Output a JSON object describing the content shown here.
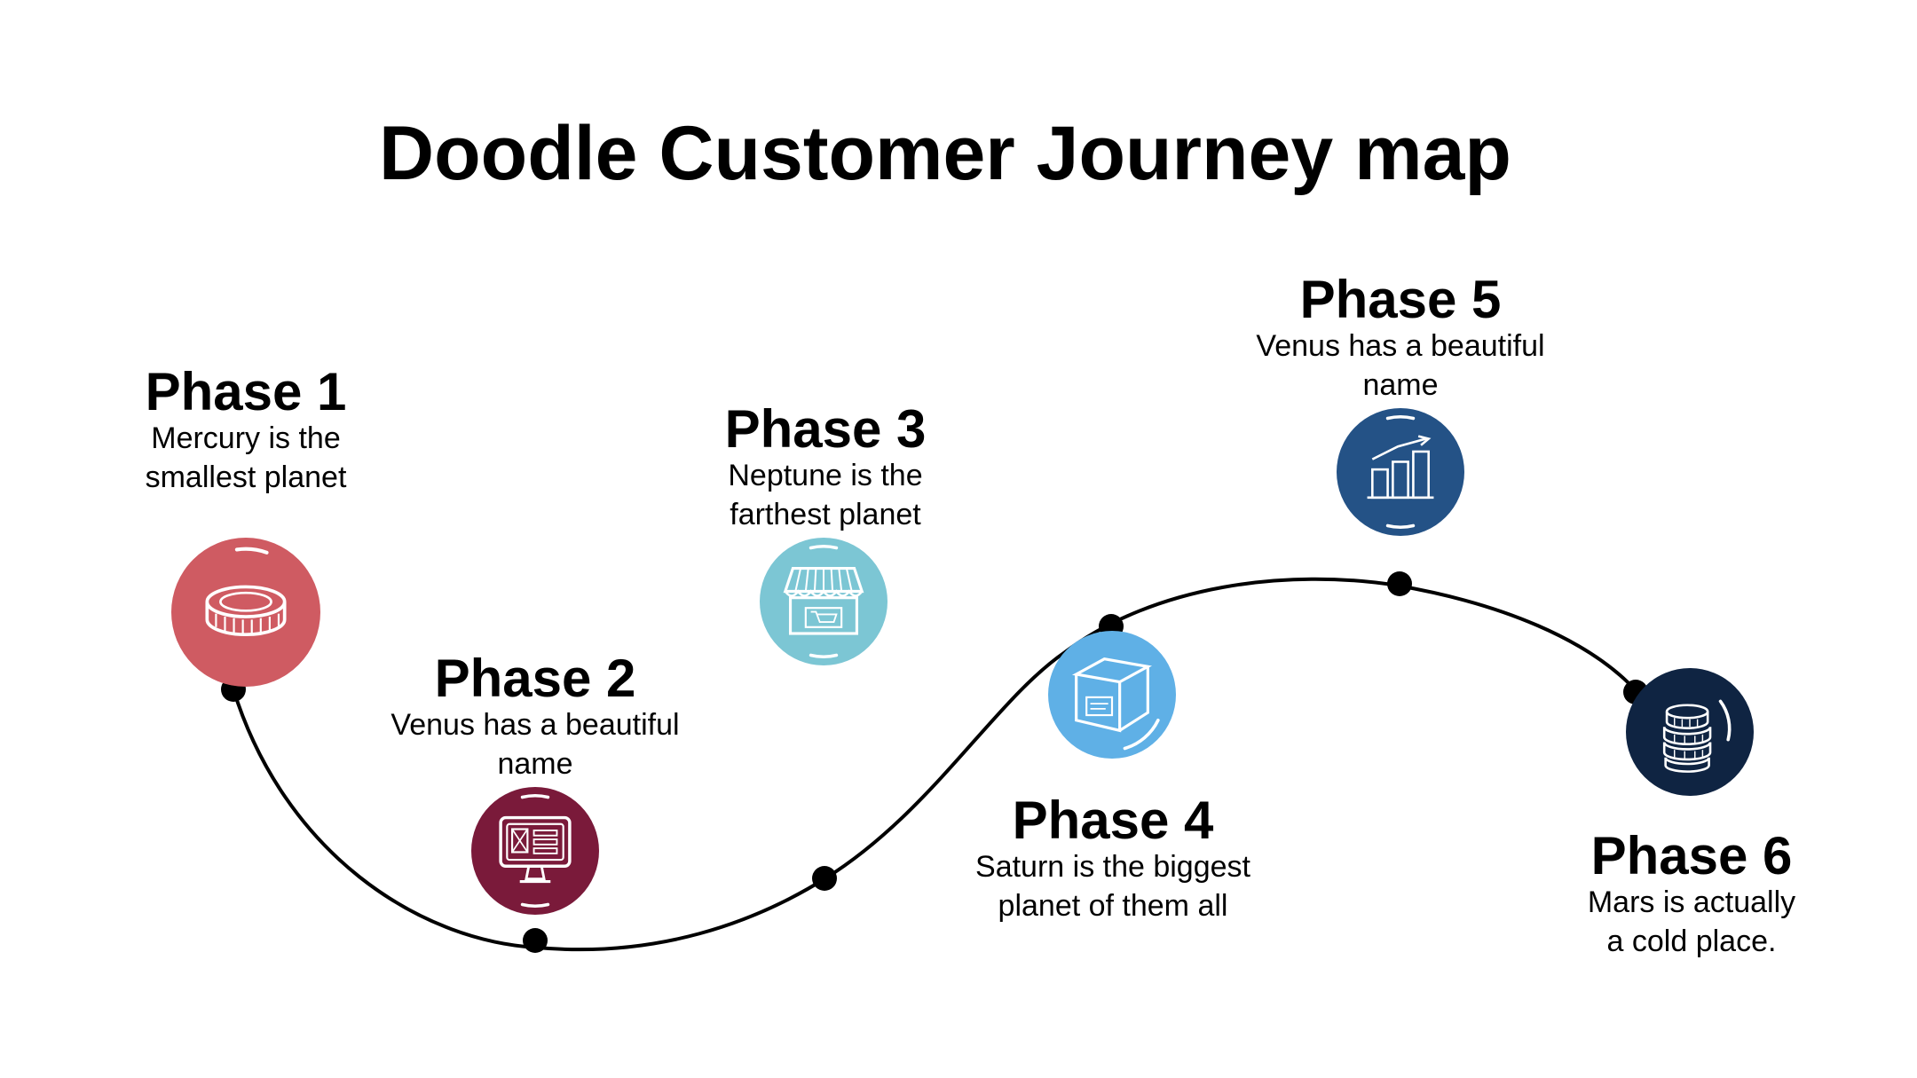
{
  "title": "Doodle Customer Journey map",
  "phases": [
    {
      "label": "Phase 1",
      "desc": "Mercury  is the\nsmallest planet",
      "color": "#cf5b62",
      "icon": "coin-icon"
    },
    {
      "label": "Phase 2",
      "desc": "Venus has a beautiful\nname",
      "color": "#7a1a3a",
      "icon": "computer-monitor-icon"
    },
    {
      "label": "Phase 3",
      "desc": "Neptune is the\nfarthest planet",
      "color": "#7cc6d4",
      "icon": "shop-storefront-icon"
    },
    {
      "label": "Phase 4",
      "desc": "Saturn is the biggest\nplanet of them all",
      "color": "#5fb0e6",
      "icon": "package-box-icon"
    },
    {
      "label": "Phase 5",
      "desc": "Venus has a beautiful\nname",
      "color": "#245286",
      "icon": "bar-chart-icon"
    },
    {
      "label": "Phase 6",
      "desc": "Mars is actually\na cold place.",
      "color": "#0f2442",
      "icon": "coin-stack-icon"
    }
  ]
}
